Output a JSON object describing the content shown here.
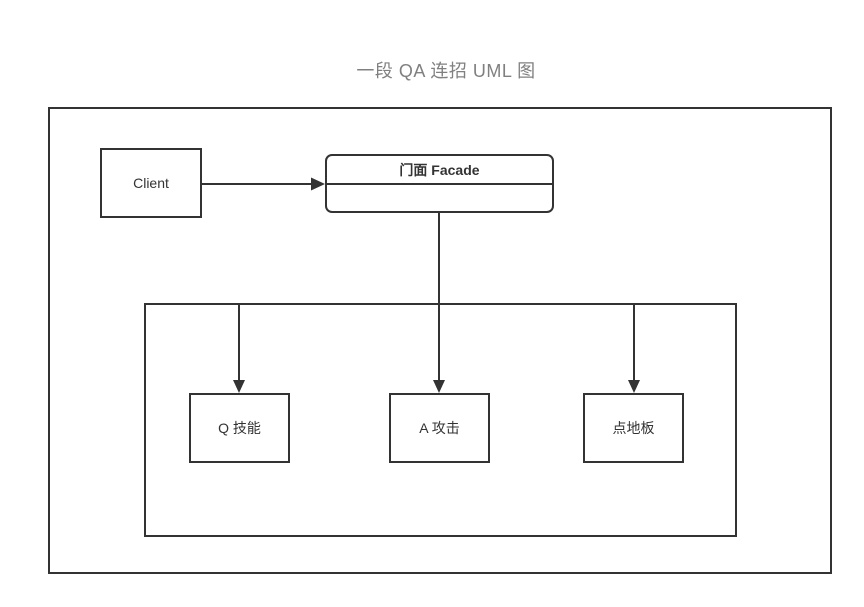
{
  "title": "一段 QA 连招 UML 图",
  "diagram": {
    "client": {
      "label": "Client"
    },
    "facade": {
      "label": "门面 Facade"
    },
    "subsystems": [
      {
        "label": "Q 技能"
      },
      {
        "label": "A 攻击"
      },
      {
        "label": "点地板"
      }
    ]
  },
  "colors": {
    "stroke": "#333333",
    "title_text": "#808080",
    "label_text": "#333333",
    "background": "#ffffff"
  }
}
